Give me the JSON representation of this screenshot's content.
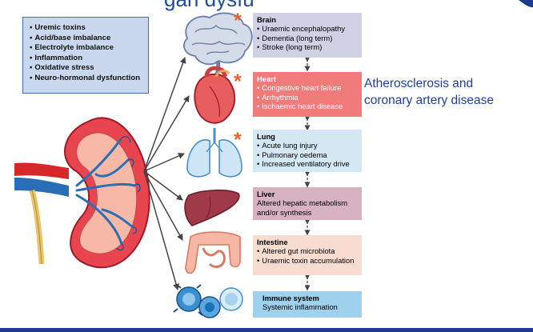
{
  "header": {
    "title_fragment": "gan dysfu"
  },
  "factors": {
    "items": [
      "Uremic toxins",
      "Acid/base imbalance",
      "Electrolyte imbalance",
      "Inflammation",
      "Oxidative stress",
      "Neuro-hormonal dysfunction"
    ]
  },
  "organs": {
    "brain": {
      "title": "Brain",
      "items": [
        "Uraemic encephalopathy",
        "Dementia (long term)",
        "Stroke (long term)"
      ],
      "color": "#d1d1e6"
    },
    "heart": {
      "title": "Heart",
      "items": [
        "Congestive heart failure",
        "Arrhythmia",
        "Ischaemic heart disease"
      ],
      "color": "#ef7b7b"
    },
    "lung": {
      "title": "Lung",
      "items": [
        "Acute lung injury",
        "Pulmonary oedema",
        "Increased ventilatory drive"
      ],
      "color": "#d4e8f4"
    },
    "liver": {
      "title": "Liver",
      "lines": [
        "Altered hepatic metabolism",
        "and/or synthesis"
      ],
      "color": "#d7b3c2"
    },
    "intestine": {
      "title": "Intestine",
      "items": [
        "Altered gut microbiota",
        "Uraemic toxin accumulation"
      ],
      "color": "#f8dcd0"
    },
    "immune": {
      "title": "Immune system",
      "lines": [
        "Systemic inflammation"
      ],
      "color": "#9fd0ec"
    }
  },
  "note": {
    "lines": [
      "Atherosclerosis and",
      "coronary artery disease"
    ],
    "color": "#1f3f96"
  },
  "marker": {
    "symbol": "*",
    "color": "#e8622b"
  },
  "colors": {
    "kidney": "#e63946",
    "vessel_red": "#d62828",
    "vessel_blue": "#2a6fb5",
    "arrow": "#444444",
    "accent_bar": "#1d3d8c"
  }
}
